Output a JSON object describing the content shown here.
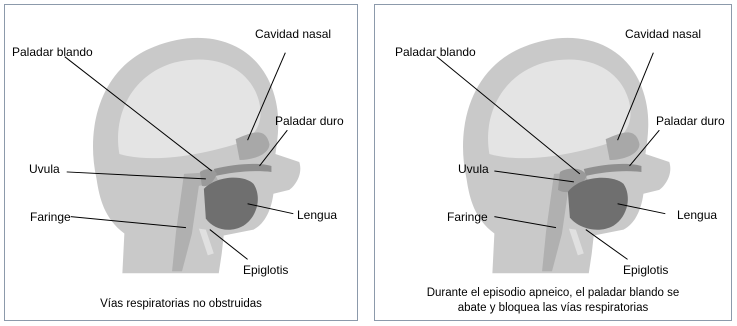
{
  "panels": [
    {
      "labels": {
        "cavidad_nasal": "Cavidad nasal",
        "paladar_blando": "Paladar blando",
        "paladar_duro": "Paladar duro",
        "uvula": "Uvula",
        "faringe": "Faringe",
        "lengua": "Lengua",
        "epiglotis": "Epiglotis"
      },
      "caption": "Vías respiratorias no obstruidas"
    },
    {
      "labels": {
        "cavidad_nasal": "Cavidad nasal",
        "paladar_blando": "Paladar blando",
        "paladar_duro": "Paladar duro",
        "uvula": "Uvula",
        "faringe": "Faringe",
        "lengua": "Lengua",
        "epiglotis": "Epiglotis"
      },
      "caption_line1": "Durante el episodio apneico, el paladar blando se",
      "caption_line2": "abate y bloquea las vías respiratorias"
    }
  ],
  "colors": {
    "head_outer": "#c9c9c9",
    "head_inner": "#b8b8b8",
    "airway": "#e6e6e6",
    "tongue": "#6f6f6f",
    "palate": "#9a9a9a",
    "border": "#8c9aab"
  }
}
